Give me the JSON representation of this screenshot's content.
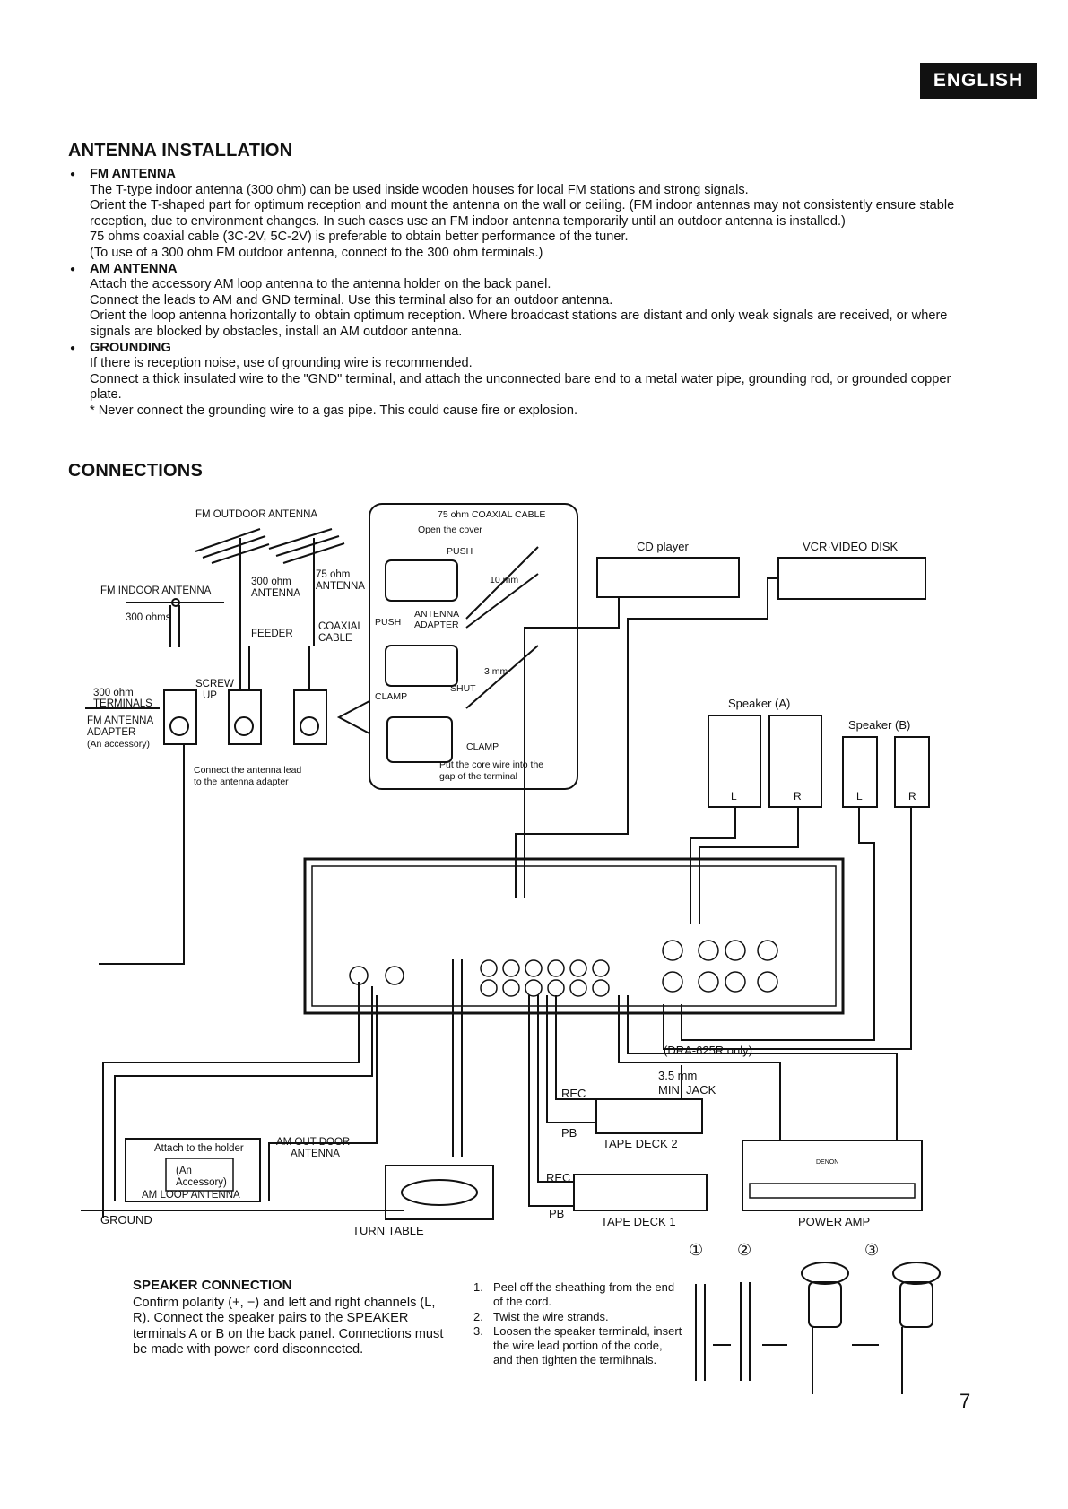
{
  "header": {
    "language_badge": "ENGLISH"
  },
  "antenna": {
    "title": "ANTENNA INSTALLATION",
    "fm": {
      "heading": "FM ANTENNA",
      "lines": [
        "The T-type indoor antenna (300 ohm) can be used inside wooden houses for local FM stations and strong signals.",
        "Orient the T-shaped part for optimum reception and mount the antenna on the wall or ceiling. (FM indoor antennas may not consistently ensure stable reception, due to environment changes. In such cases use an FM indoor antenna temporarily until an outdoor antenna is installed.)",
        "75 ohms coaxial cable (3C-2V, 5C-2V) is preferable to obtain better performance of the tuner.",
        "(To use of a 300 ohm FM outdoor antenna, connect to the 300 ohm terminals.)"
      ]
    },
    "am": {
      "heading": "AM ANTENNA",
      "lines": [
        "Attach the accessory AM loop antenna to the antenna holder on the back panel.",
        "Connect the leads to AM and GND terminal. Use this terminal also for an outdoor antenna.",
        "Orient the loop antenna horizontally to obtain optimum reception. Where broadcast stations are distant and only weak signals are received, or where signals are blocked by obstacles, install an AM outdoor antenna."
      ]
    },
    "grounding": {
      "heading": "GROUNDING",
      "lines": [
        "If there is reception noise, use of grounding wire is recommended.",
        "Connect a thick insulated wire to the \"GND\" terminal, and attach the unconnected bare end to a metal water pipe, grounding rod, or grounded copper plate.",
        "*  Never connect the grounding wire to a gas pipe. This could cause fire or explosion."
      ]
    }
  },
  "connections": {
    "title": "CONNECTIONS",
    "labels": {
      "fm_outdoor_antenna": "FM OUTDOOR ANTENNA",
      "fm_indoor_antenna": "FM INDOOR ANTENNA",
      "ohms300": "300 ohms",
      "ohm300_antenna_a": "300 ohm",
      "ohm300_antenna_b": "ANTENNA",
      "ohm75_a": "75 ohm",
      "ohm75_b": "ANTENNA",
      "feeder": "FEEDER",
      "coaxial_a": "COAXIAL",
      "coaxial_b": "CABLE",
      "screw_up_a": "SCREW",
      "screw_up_b": "UP",
      "terminals300_a": "300 ohm",
      "terminals300_b": "TERMINALS",
      "fm_adapter_a": "FM ANTENNA",
      "fm_adapter_b": "ADAPTER",
      "fm_adapter_c": "(An accessory)",
      "connect_lead_a": "Connect the antenna lead",
      "connect_lead_b": "to the antenna adapter",
      "coax75_cable": "75 ohm COAXIAL CABLE",
      "open_cover": "Open the cover",
      "push": "PUSH",
      "mm10": "10 mm",
      "push2": "PUSH",
      "antenna_adapter_a": "ANTENNA",
      "antenna_adapter_b": "ADAPTER",
      "mm3": "3 mm",
      "clamp": "CLAMP",
      "shut": "SHUT",
      "clamp2": "CLAMP",
      "core_wire_a": "Put the core wire into the",
      "core_wire_b": "gap of the terminal",
      "cd_player": "CD player",
      "vcr_video_disk": "VCR·VIDEO DISK",
      "speaker_a": "Speaker (A)",
      "speaker_b": "Speaker (B)",
      "L": "L",
      "R": "R",
      "dra_only": "(DRA-625R only)",
      "mini_jack_a": "3.5 mm",
      "mini_jack_b": "MINI JACK",
      "rec": "REC",
      "pb": "PB",
      "tape_deck_2": "TAPE DECK 2",
      "tape_deck_1": "TAPE DECK 1",
      "power_amp": "POWER AMP",
      "attach_holder": "Attach to the holder",
      "am_outdoor_a": "AM OUT DOOR",
      "am_outdoor_b": "ANTENNA",
      "an_accessory_a": "(An",
      "an_accessory_b": "Accessory)",
      "am_loop_antenna": "AM LOOP ANTENNA",
      "ground": "GROUND",
      "turn_table": "TURN TABLE",
      "brand": "DENON",
      "circ1": "①",
      "circ2": "②",
      "circ3": "③"
    }
  },
  "speaker_connection": {
    "title": "SPEAKER CONNECTION",
    "text": "Confirm polarity (+, −) and left and right channels (L, R). Connect the speaker pairs to the SPEAKER terminals A or B on the back panel. Connections must be made with power cord disconnected.",
    "steps": [
      {
        "num": "1.",
        "text": "Peel off the sheathing from the end of the cord."
      },
      {
        "num": "2.",
        "text": "Twist the wire strands."
      },
      {
        "num": "3.",
        "text": "Loosen the speaker terminald, insert the wire lead portion of the code, and then tighten the termihnals."
      }
    ]
  },
  "page_number": "7"
}
